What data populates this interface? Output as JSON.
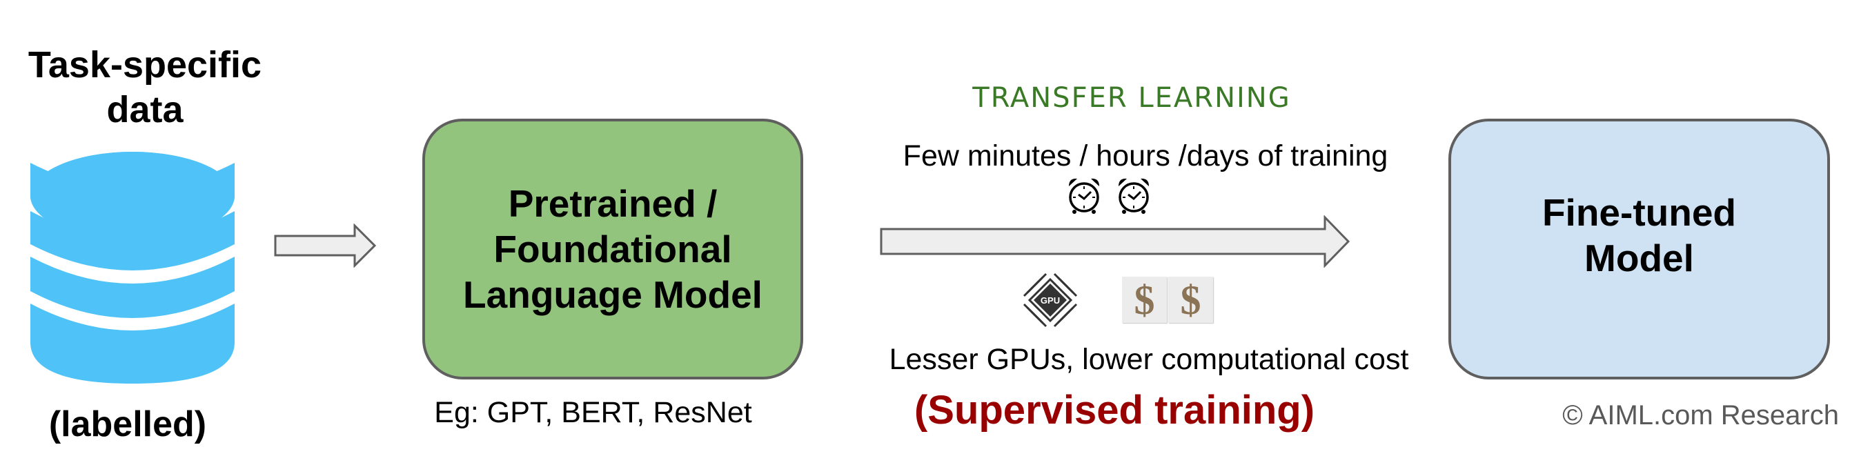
{
  "data_source": {
    "title_lines": [
      "Task-specific",
      "data"
    ],
    "subtitle": "(labelled)",
    "icon": "database-icon",
    "color": "#4fc3f7"
  },
  "pretrained_model": {
    "lines": [
      "Pretrained /",
      "Foundational",
      "Language Model"
    ],
    "examples": "Eg: GPT, BERT, ResNet",
    "fill_color": "#93c47d"
  },
  "transfer": {
    "title": "TRANSFER LEARNING",
    "title_color": "#3a7a26",
    "time_label": "Few minutes / hours /days of training",
    "time_icons": [
      "alarm-clock-icon",
      "alarm-clock-icon"
    ],
    "cost_icons": [
      "gpu-chip-icon",
      "dollar-icon",
      "dollar-icon"
    ],
    "gpu_label": "GPU",
    "dollar_symbol": "$",
    "cost_label": "Lesser GPUs, lower computational cost",
    "method_label": "(Supervised training)",
    "method_color": "#990000"
  },
  "finetuned_model": {
    "lines": [
      "Fine-tuned",
      "Model"
    ],
    "fill_color": "#cfe2f3"
  },
  "footer": {
    "copyright": "© AIML.com Research"
  }
}
